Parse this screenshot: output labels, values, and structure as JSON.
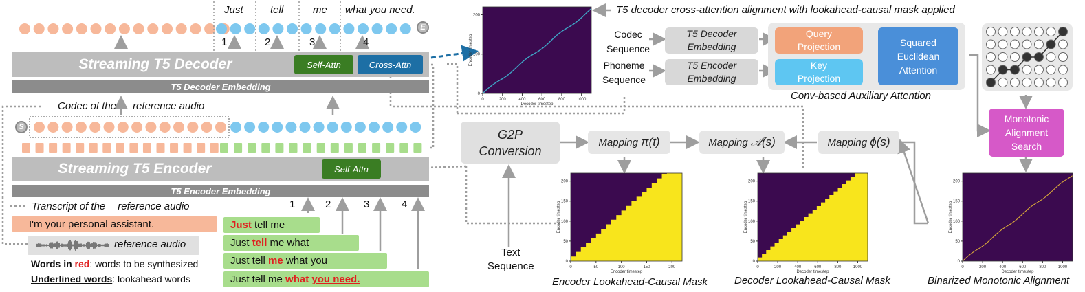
{
  "decoder": {
    "title": "Streaming T5 Decoder",
    "embedding": "T5 Decoder Embedding",
    "self_attn": "Self-Attn",
    "cross_attn": "Cross-Attn"
  },
  "encoder": {
    "title": "Streaming T5 Encoder",
    "embedding": "T5 Encoder Embedding",
    "self_attn": "Self-Attn"
  },
  "badges": {
    "end": "E",
    "start": "S"
  },
  "output_words": [
    "Just",
    "tell",
    "me",
    "what you need."
  ],
  "step_numbers": [
    "1",
    "2",
    "3",
    "4"
  ],
  "labels": {
    "codec_ref": "Codec of the",
    "codec_ref2": "reference audio",
    "transcript_ref": "Transcript of the",
    "transcript_ref2": "reference audio",
    "reference_audio": "reference audio"
  },
  "transcript": "I'm your personal assistant.",
  "inputs": {
    "row1": {
      "red": "Just",
      "rest_pre": " ",
      "ul": "tell me",
      "rest_post": ""
    },
    "row2": {
      "pre": "Just ",
      "red": "tell",
      "mid": " ",
      "ul": "me what"
    },
    "row3": {
      "pre": "Just tell ",
      "red": "me",
      "mid": " ",
      "ul": "what you"
    },
    "row4": {
      "pre": "Just tell me ",
      "red": "what",
      "mid": " ",
      "redul": "you need."
    }
  },
  "legend": {
    "red_word": "Words in ",
    "red_word_red": "red",
    "red_word_rest": ": words to be synthesized",
    "ul_word": "Underlined words",
    "ul_rest": ": lookahead words"
  },
  "top_caption": "T5 decoder cross-attention alignment with lookahead-causal mask applied",
  "right_panel": {
    "codec_seq": [
      "Codec",
      "Sequence"
    ],
    "phoneme_seq": [
      "Phoneme",
      "Sequence"
    ],
    "t5_dec_emb": [
      "T5 Decoder",
      "Embedding"
    ],
    "t5_enc_emb": [
      "T5 Encoder",
      "Embedding"
    ],
    "query": [
      "Query",
      "Projection"
    ],
    "key": [
      "Key",
      "Projection"
    ],
    "sq_euclid": [
      "Squared",
      "Euclidean",
      "Attention"
    ],
    "conv_caption": "Conv-based Auxiliary Attention",
    "mas": [
      "Monotonic",
      "Alignment",
      "Search"
    ],
    "g2p": [
      "G2P",
      "Conversion"
    ],
    "text_seq": [
      "Text",
      "Sequence"
    ],
    "map_pi": "Mapping",
    "map_pi_sym": "π(t)",
    "map_a": "Mapping",
    "map_a_sym": "𝒜(s)",
    "map_phi": "Mapping",
    "map_phi_sym": "ϕ(s)"
  },
  "plots": {
    "p1": {
      "ylabel": "Encoder timestep",
      "xlabel": "Decoder timestep",
      "xticks": [
        "0",
        "200",
        "400",
        "600",
        "800",
        "1000"
      ],
      "yticks": [
        "0",
        "100",
        "200"
      ]
    },
    "p2": {
      "ylabel": "Encoder timestep",
      "xlabel": "Encoder timestep",
      "xticks": [
        "0",
        "50",
        "100",
        "150",
        "200"
      ],
      "yticks": [
        "0",
        "50",
        "100",
        "150",
        "200"
      ],
      "caption": "Encoder Lookahead-Causal Mask"
    },
    "p3": {
      "ylabel": "Encoder timestep",
      "xlabel": "Decoder timestep",
      "xticks": [
        "0",
        "200",
        "400",
        "600",
        "800",
        "1000"
      ],
      "yticks": [
        "0",
        "50",
        "100",
        "150",
        "200"
      ],
      "caption": "Decoder Lookahead-Causal Mask"
    },
    "p4": {
      "ylabel": "Encoder timestep",
      "xlabel": "Decoder timestep",
      "xticks": [
        "0",
        "200",
        "400",
        "600",
        "800",
        "1000"
      ],
      "yticks": [
        "0",
        "50",
        "100",
        "150",
        "200"
      ],
      "caption": "Binarized Monotonic Alignment"
    }
  },
  "colors": {
    "salmon": "#f7b89a",
    "blue": "#7ec8ef",
    "green": "#a8dd8c",
    "darkgreen": "#3a7d23",
    "teal": "#1d6fa5",
    "purple": "#3b0a4f",
    "yellow": "#f8e51c",
    "magenta": "#d659c8"
  }
}
